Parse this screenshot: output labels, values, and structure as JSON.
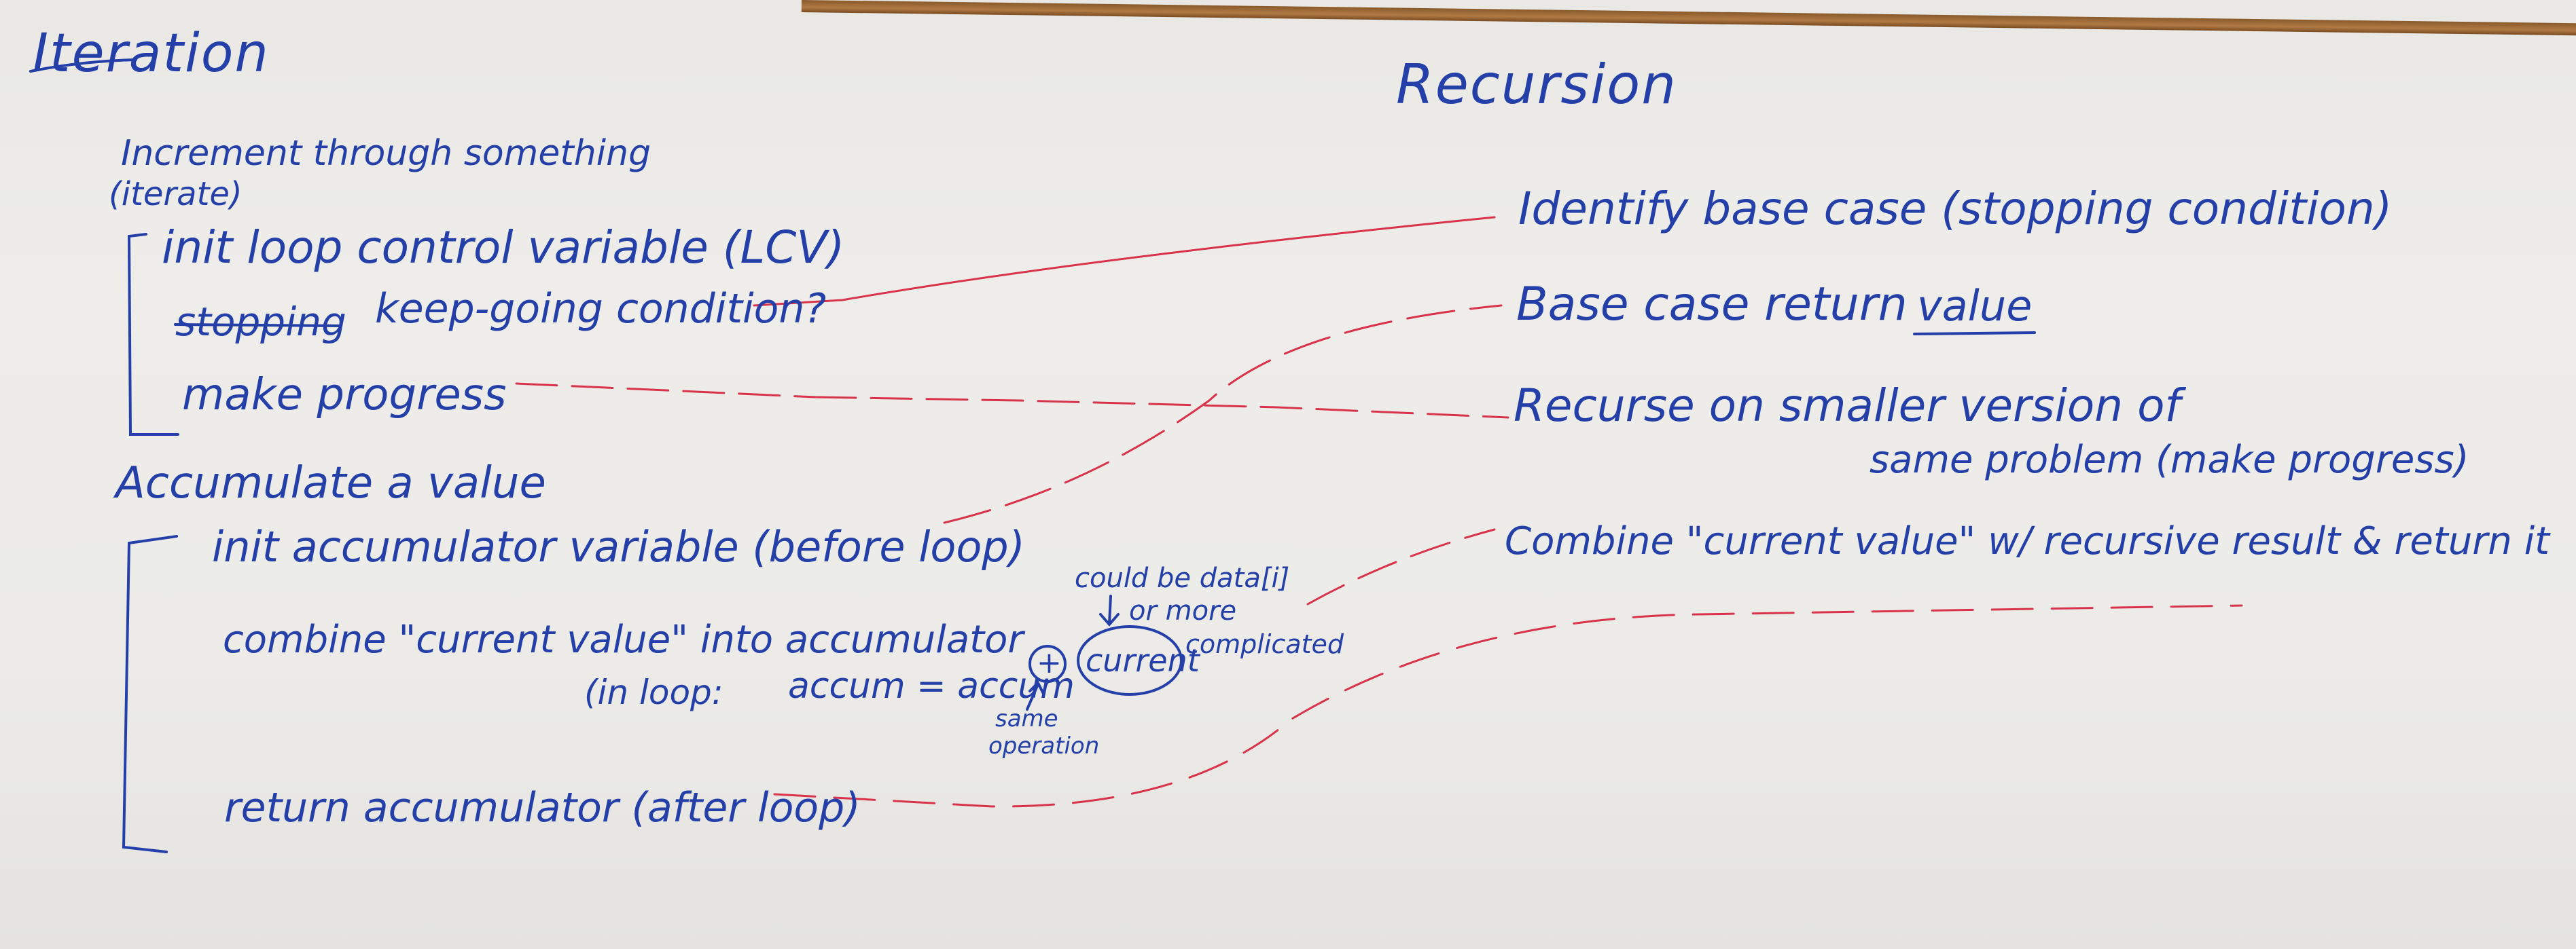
{
  "whiteboard": {
    "iteration": {
      "heading": "Iteration",
      "increment_line1": "Increment through something",
      "increment_line2": "(iterate)",
      "init_lcv": "init   loop control variable (LCV)",
      "stopping_word": "stopping",
      "keep_going": "keep-going condition?",
      "make_progress": "make progress",
      "accumulate_heading": "Accumulate a value",
      "init_accum": "init   accumulator variable (before loop)",
      "combine_accum": "combine \"current value\" into accumulator",
      "in_loop": "(in loop:",
      "accum_expr": "accum = accum",
      "plus_symbol": "+",
      "current_word": "current",
      "could_be": "could be data[i]",
      "or_more": "or more",
      "complicated": "complicated",
      "same": "same",
      "operation": "operation",
      "return_accum": "return accumulator (after loop)"
    },
    "recursion": {
      "heading": "Recursion",
      "identify_base": "Identify  base case  (stopping condition)",
      "base_return": "Base case  return",
      "value_word": "value",
      "recurse_line1": "Recurse  on  smaller version of",
      "recurse_line2": "same problem (make progress)",
      "combine_line": "Combine  \"current value\"   w/ recursive result    & return it"
    },
    "colors": {
      "blue_ink": "#2440a8",
      "red_ink": "#d8334a",
      "board": "#ecebe7"
    }
  }
}
